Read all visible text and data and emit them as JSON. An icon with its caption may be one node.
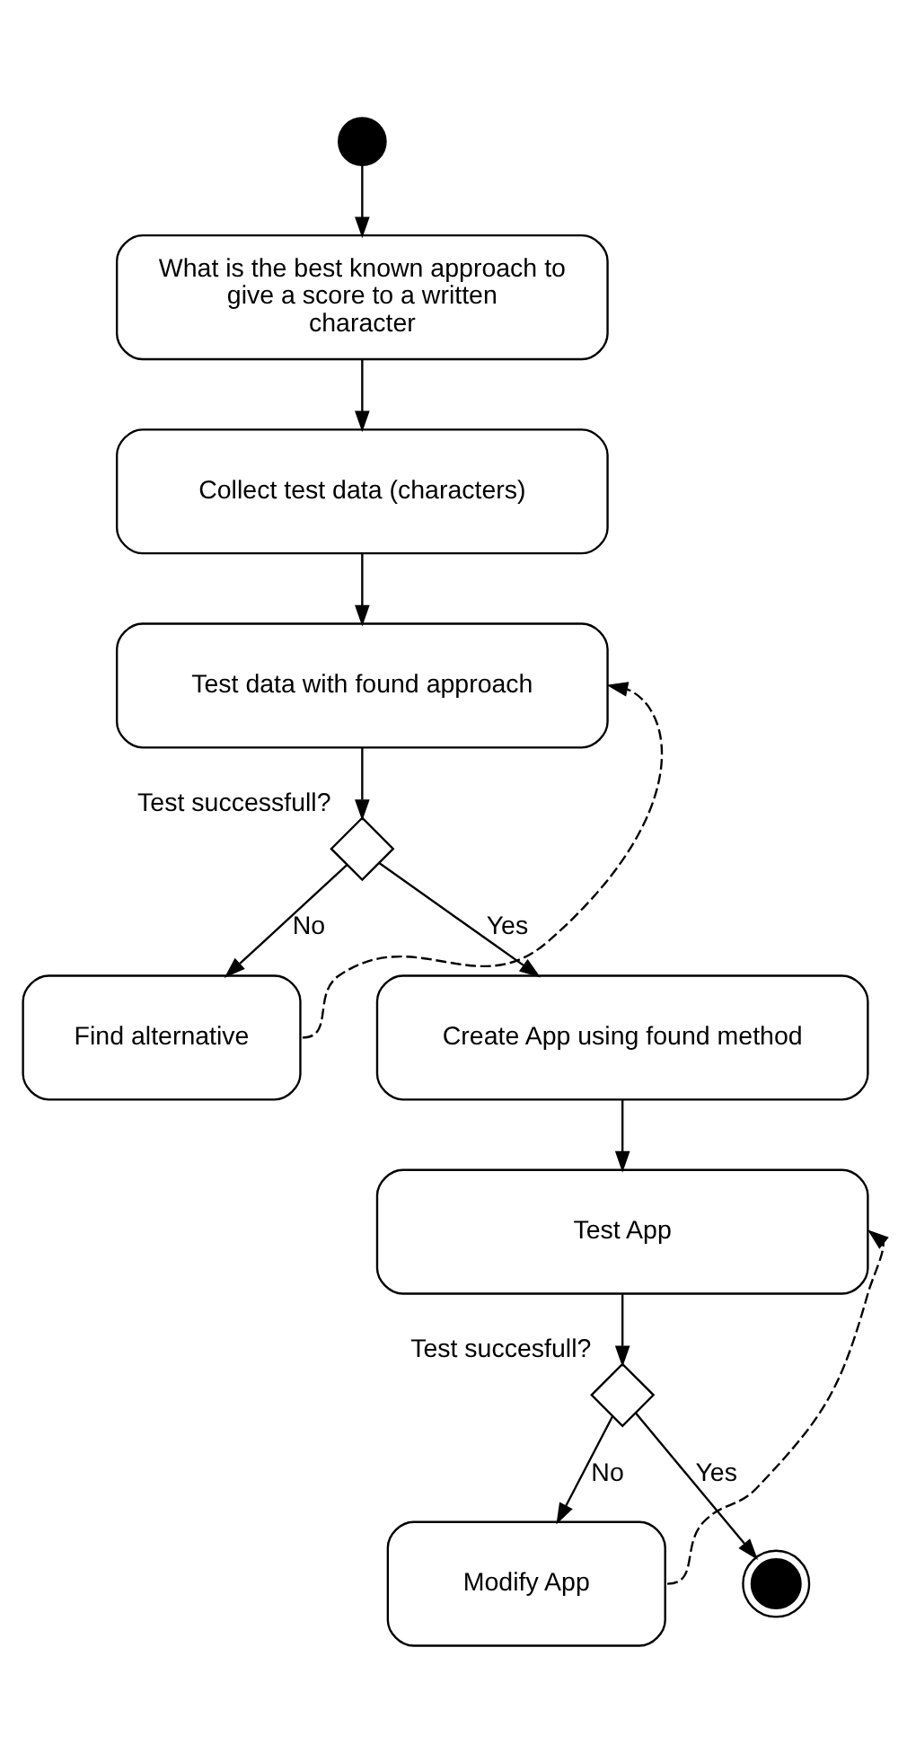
{
  "diagram": {
    "nodes": [
      {
        "text": [],
        "shape": "circle"
      },
      {
        "text": [
          "What is the best known approach to give a score to a written character"
        ]
      },
      {
        "text": [
          "Collect test data (characters)"
        ]
      },
      {
        "text": [
          "Test data with found approach"
        ]
      },
      {
        "text": [],
        "shape": "diamond",
        "beside": [
          "Test successfull?"
        ]
      },
      {
        "text": [
          "Find alternative"
        ]
      },
      {
        "text": [
          "Create App using found method"
        ]
      },
      {
        "text": [
          "Test App"
        ]
      },
      {
        "text": [],
        "shape": "diamond",
        "beside": [
          "Test succesfull?"
        ]
      },
      {
        "text": [
          "Modify App"
        ]
      },
      {
        "text": [],
        "shape": "circle"
      }
    ],
    "edges": [
      {
        "from": 0,
        "to": 1,
        "arrow": "to"
      },
      {
        "from": 1,
        "to": 2,
        "arrow": "to"
      },
      {
        "from": 2,
        "to": 3,
        "arrow": "to"
      },
      {
        "from": 3,
        "to": 4,
        "arrow": "to"
      },
      {
        "from": 4,
        "to": 5,
        "arrow": "to",
        "label": "No"
      },
      {
        "from": 5,
        "to": 3,
        "arrow": "to",
        "style": "dashed"
      },
      {
        "from": 4,
        "to": 6,
        "arrow": "to",
        "label": "Yes"
      },
      {
        "from": 6,
        "to": 7,
        "arrow": "to"
      },
      {
        "from": 7,
        "to": 8,
        "arrow": "to"
      },
      {
        "from": 8,
        "to": 9,
        "arrow": "to",
        "label": "No"
      },
      {
        "from": 9,
        "to": 7,
        "arrow": "to",
        "style": "dashed"
      },
      {
        "from": 8,
        "to": 10,
        "arrow": "to",
        "label": "Yes"
      }
    ]
  }
}
